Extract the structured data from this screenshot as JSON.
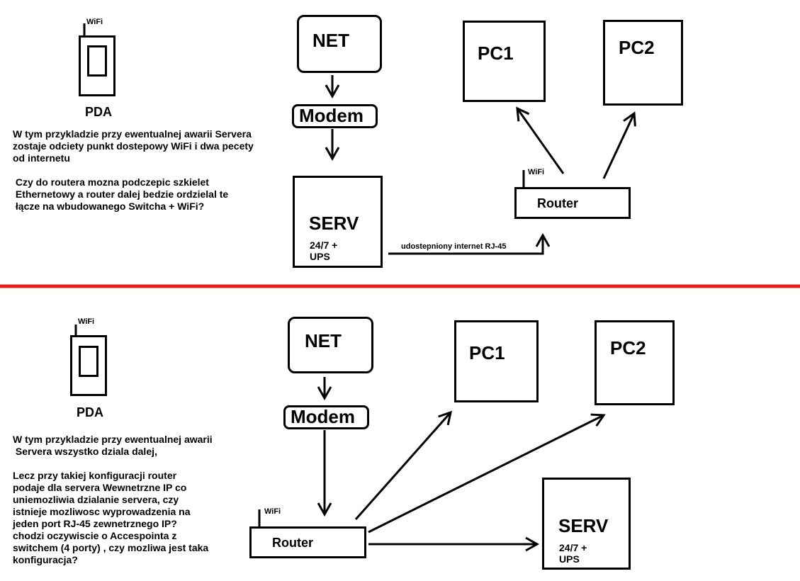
{
  "top": {
    "pda": {
      "wifi": "WiFi",
      "label": "PDA"
    },
    "net": "NET",
    "modem": "Modem",
    "serv": {
      "title": "SERV",
      "subtitle": "24/7 +\nUPS"
    },
    "router": {
      "wifi": "WiFi",
      "label": "Router"
    },
    "pc1": "PC1",
    "pc2": "PC2",
    "link_label": "udostepniony internet RJ-45",
    "note": "W tym przykladzie przy ewentualnej awarii Servera\nzostaje odciety punkt dostepowy WiFi i dwa pecety\nod internetu\n\n Czy do routera mozna podczepic szkielet\n Ethernetowy a router dalej bedzie ordzielal te\n łącze na wbudowanego Switcha + WiFi?"
  },
  "bottom": {
    "pda": {
      "wifi": "WiFi",
      "label": "PDA"
    },
    "net": "NET",
    "modem": "Modem",
    "serv": {
      "title": "SERV",
      "subtitle": "24/7 +\nUPS"
    },
    "router": {
      "wifi": "WiFi",
      "label": "Router"
    },
    "pc1": "PC1",
    "pc2": "PC2",
    "note": "W tym przykladzie przy ewentualnej awarii\n Servera wszystko dziala dalej,\n\nLecz przy takiej konfiguracji router\npodaje dla servera Wewnetrzne IP co\nuniemozliwia dzialanie servera, czy\nistnieje mozliwosc wyprowadzenia na\njeden port RJ-45 zewnetrznego IP?\nchodzi oczywiscie o Accespointa z\nswitchem (4 porty) , czy mozliwa jest taka\nkonfiguracja?"
  },
  "colors": {
    "divider": "#e8201e",
    "ink": "#000000"
  }
}
